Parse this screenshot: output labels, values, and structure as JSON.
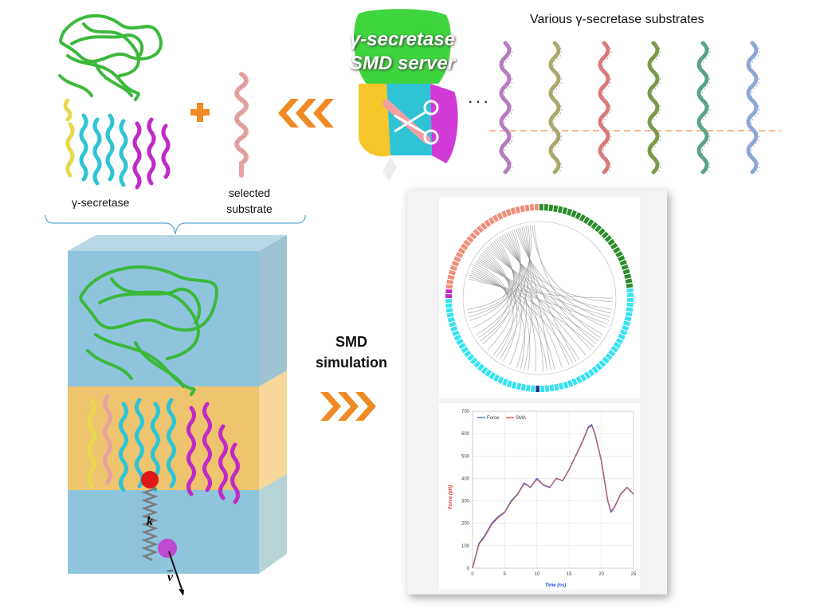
{
  "labels": {
    "gamma_secretase": "γ-secretase",
    "selected_line1": "selected",
    "selected_line2": "substrate",
    "various_substrates": "Various γ-secretase substrates",
    "server_line1": "γ-secretase",
    "server_line2": "SMD server",
    "ellipsis": "· · ·",
    "smd_line1": "SMD",
    "smd_line2": "simulation",
    "spring_k": "k",
    "velocity_v": "v"
  },
  "colors": {
    "chain_green": "#3cb83c",
    "chain_cyan": "#2ec4d6",
    "chain_magenta": "#c02ac6",
    "chain_yellow": "#e6d84a",
    "substrate_pink": "#e8a2a2",
    "arrow_orange": "#f08a24",
    "water_blue": "#8ec5dd",
    "membrane_orange": "#f2c77a",
    "graph_salmon": "#f08e7a",
    "graph_green": "#2b8c2b",
    "graph_cyan": "#35e3ef",
    "force_blue": "#4a72d8",
    "sma_red": "#e05a4a"
  },
  "icons": [
    "plus-icon",
    "chevron-left-icon",
    "chevron-right-icon",
    "scissors-icon",
    "red-sphere-icon",
    "magenta-sphere-icon"
  ],
  "substrate_colors": [
    "#b77bbf",
    "#a9a96b",
    "#d97a7a",
    "#7a9a4a",
    "#5aa38a",
    "#8aa8d8"
  ],
  "chart_data": {
    "type": "line",
    "title": "",
    "xlabel": "Time (ns)",
    "ylabel": "Force (pN)",
    "xlim": [
      0,
      25
    ],
    "ylim": [
      0,
      700
    ],
    "xticks": [
      "0",
      "5",
      "10",
      "15",
      "20",
      "25"
    ],
    "yticks": [
      "0",
      "100",
      "200",
      "300",
      "400",
      "500",
      "600",
      "700"
    ],
    "legend": "top-left",
    "series": [
      {
        "name": "Force",
        "color": "#4a72d8",
        "x": [
          0,
          1,
          2,
          3,
          4,
          5,
          6,
          7,
          8,
          9,
          10,
          11,
          12,
          13,
          14,
          15,
          16,
          17,
          18,
          18.5,
          19,
          20,
          21,
          21.5,
          22,
          23,
          24,
          25
        ],
        "y": [
          0,
          110,
          150,
          200,
          230,
          250,
          300,
          330,
          380,
          360,
          400,
          370,
          360,
          400,
          390,
          440,
          500,
          560,
          630,
          640,
          600,
          480,
          300,
          250,
          270,
          330,
          360,
          330
        ]
      },
      {
        "name": "SMA",
        "color": "#e05a4a",
        "x": [
          0,
          1,
          2,
          3,
          4,
          5,
          6,
          7,
          8,
          9,
          10,
          11,
          12,
          13,
          14,
          15,
          16,
          17,
          18,
          18.5,
          19,
          20,
          21,
          21.5,
          22,
          23,
          24,
          25
        ],
        "y": [
          0,
          105,
          145,
          195,
          225,
          248,
          295,
          328,
          375,
          362,
          395,
          372,
          362,
          398,
          392,
          438,
          498,
          558,
          625,
          635,
          598,
          478,
          302,
          255,
          272,
          328,
          358,
          332
        ]
      }
    ]
  }
}
